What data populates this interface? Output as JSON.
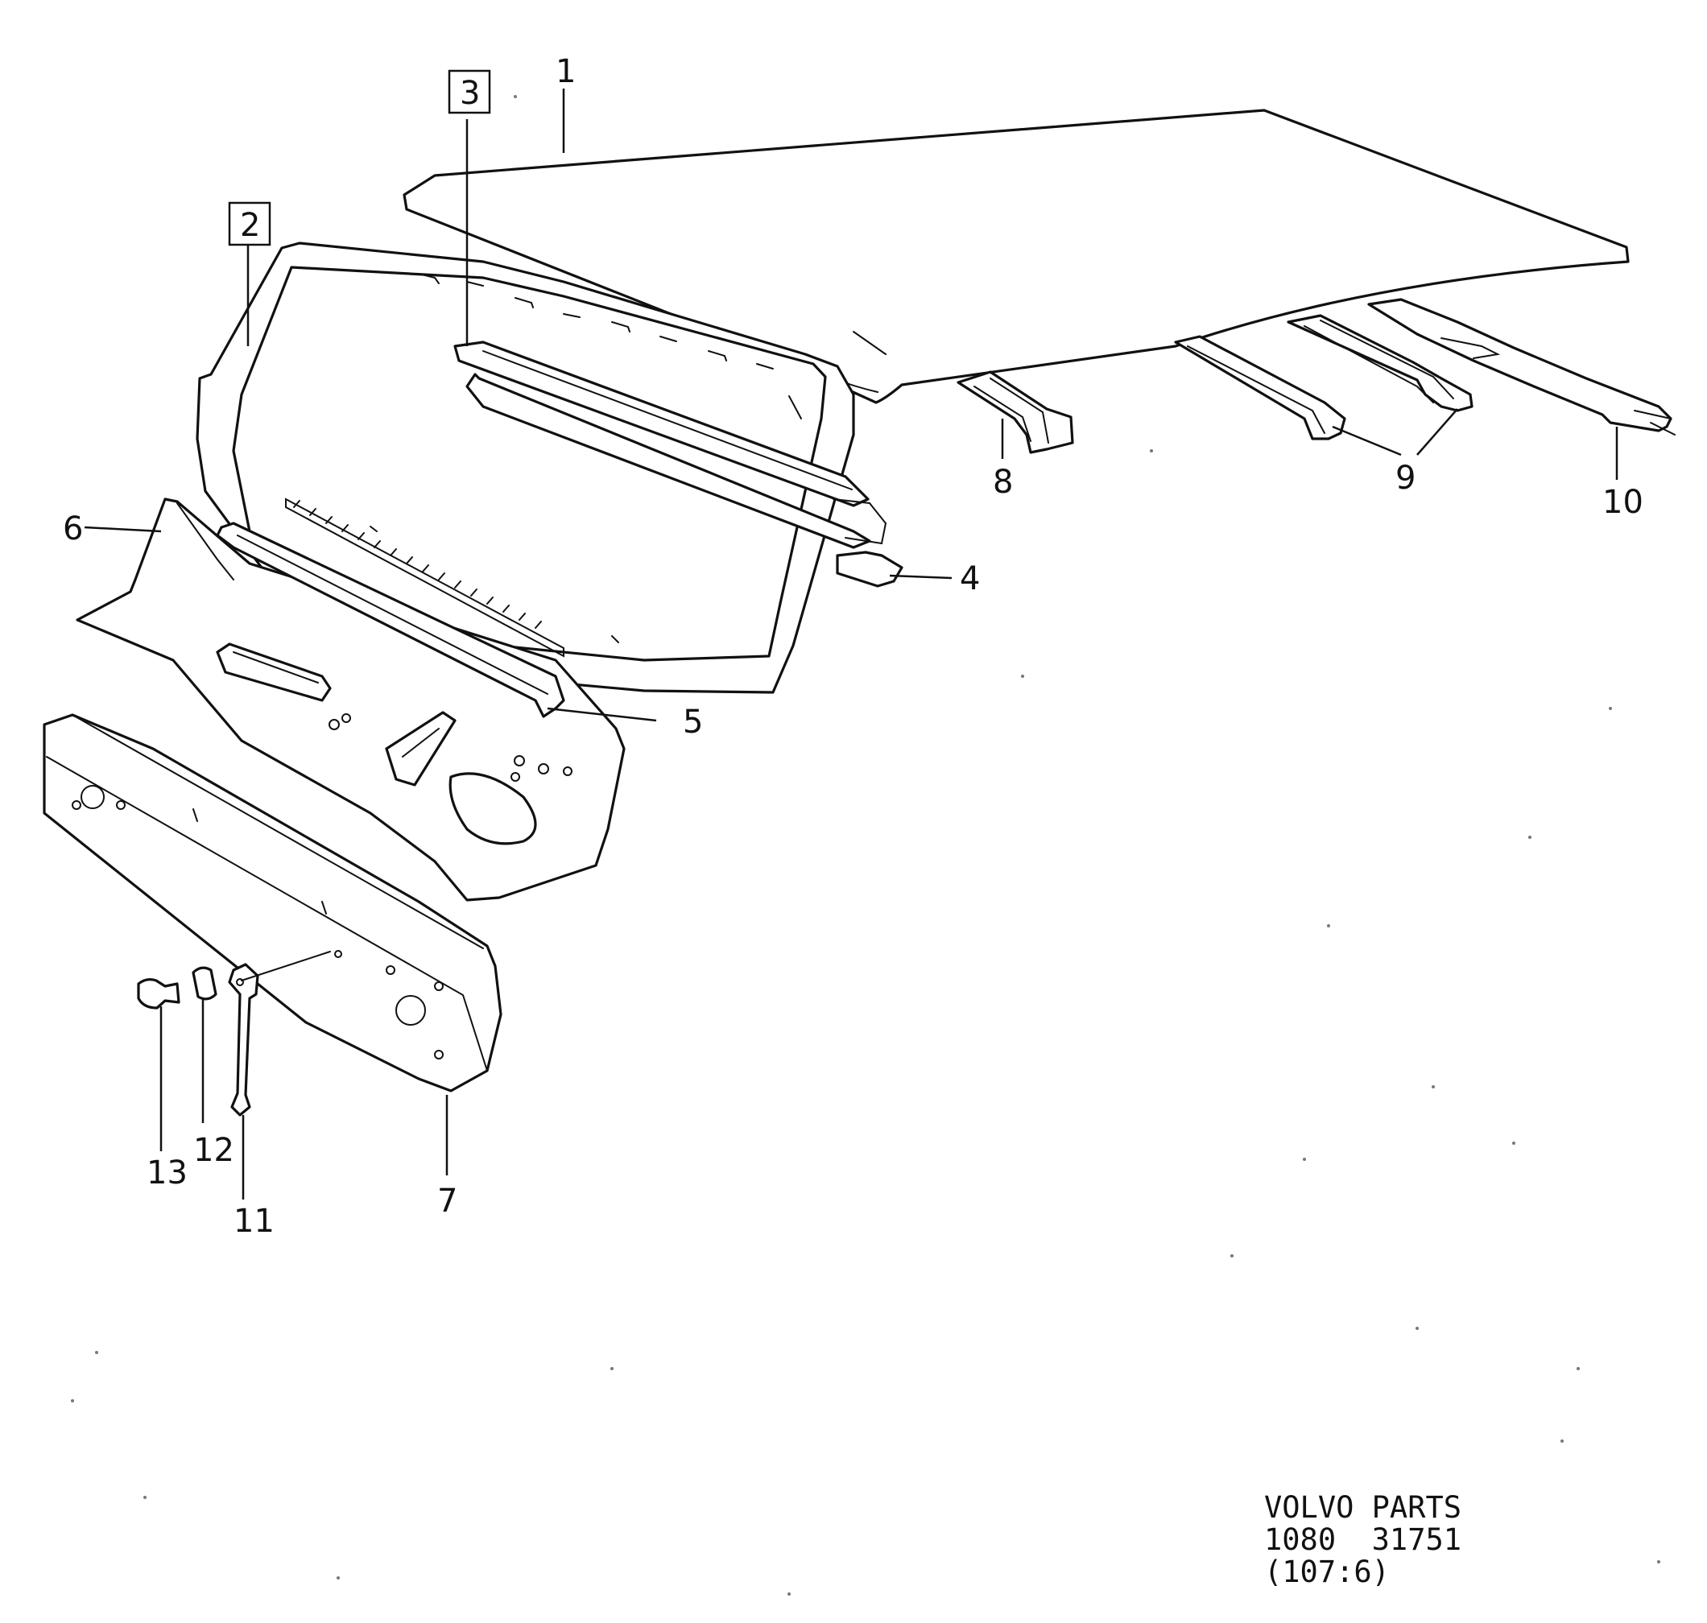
{
  "callouts": {
    "c1": "1",
    "c2": "2",
    "c3": "3",
    "c4": "4",
    "c5": "5",
    "c6": "6",
    "c7": "7",
    "c8": "8",
    "c9": "9",
    "c10": "10",
    "c11": "11",
    "c12": "12",
    "c13": "13"
  },
  "footer": {
    "brand": "VOLVO PARTS",
    "code": "1080  31751",
    "ref": "(107:6)"
  }
}
